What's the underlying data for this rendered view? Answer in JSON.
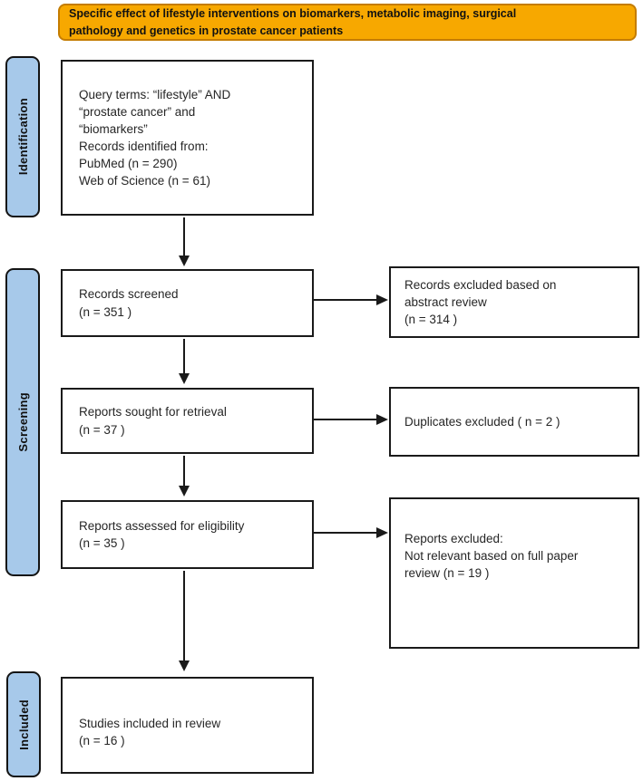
{
  "banner": {
    "text": "Specific effect of lifestyle interventions on biomarkers, metabolic imaging, surgical\npathology and genetics in prostate cancer patients"
  },
  "stages": {
    "identification": "Identification",
    "screening": "Screening",
    "included": "Included"
  },
  "boxes": {
    "records_identified": "Query terms: “lifestyle” AND\n“prostate cancer” and\n“biomarkers”\nRecords identified from:\nPubMed (n = 290)\nWeb of Science (n = 61)",
    "records_screened": "Records screened\n(n = 351  )",
    "reports_sought": "Reports sought for retrieval\n(n = 37 )",
    "reports_assessed": "Reports assessed for eligibility\n(n = 35 )",
    "studies_included": "Studies included in review\n(n = 16 )",
    "records_excluded": "Records excluded based on\nabstract review\n(n = 314 )",
    "duplicates_excluded": "Duplicates excluded ( n = 2 )",
    "reports_excluded": "Reports excluded:\nNot relevant based on full paper\nreview (n = 19 )"
  },
  "colors": {
    "banner_fill": "#F7A800",
    "banner_border": "#C47C00",
    "stage_fill": "#A7C9EA",
    "stage_border": "#141414",
    "box_border": "#1A1A1A",
    "arrow": "#1A1A1A",
    "text": "#262626"
  }
}
